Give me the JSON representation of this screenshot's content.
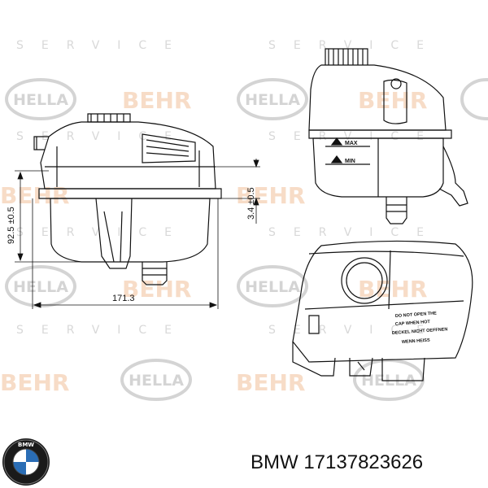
{
  "watermark": {
    "hella": "HELLA",
    "behr": "BEHR",
    "service": "SERVICE"
  },
  "drawing": {
    "dim_width": "171.3",
    "dim_height": "92.5 ±0.5",
    "dim_offset": "3.4 ±0.5",
    "label_max": "MAX",
    "label_min": "MIN",
    "cap_text": [
      "DO NOT OPEN THE",
      "CAP WHEN HOT",
      "DECKEL NICHT OEFFNEN",
      "WENN HEISS"
    ]
  },
  "footer": {
    "brand": "BMW",
    "part_number": "17137823626",
    "logo_icon": "bmw-logo-icon"
  },
  "colors": {
    "watermark_orange": "#f7dcc7",
    "watermark_grey": "#d8d8d8",
    "line": "#111111"
  }
}
